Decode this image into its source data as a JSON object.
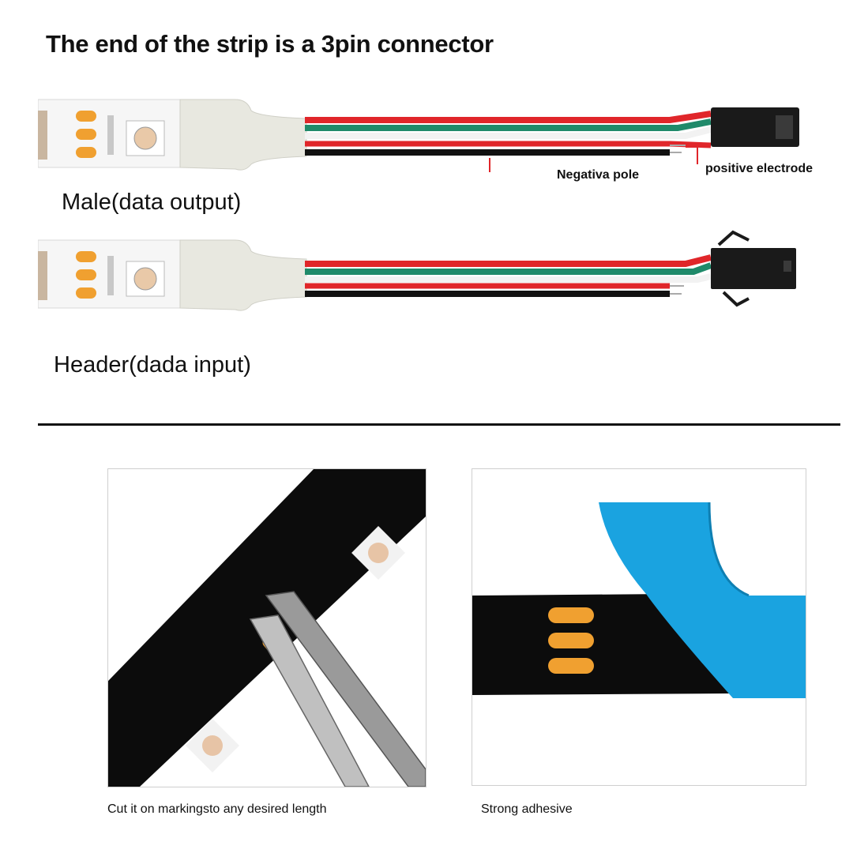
{
  "title": "The end of the strip is a 3pin connector",
  "male": {
    "label": "Male(data output)",
    "negative_label": "Negativa pole",
    "positive_label": "positive electrode"
  },
  "header": {
    "label": "Header(dada input)"
  },
  "cut": {
    "caption": "Cut it on markingsto any desired length"
  },
  "adhesive": {
    "caption": "Strong adhesive"
  },
  "colors": {
    "wire_red": "#e0262a",
    "wire_green": "#1f8a6a",
    "wire_white": "#f2f2f2",
    "wire_black": "#111111",
    "pad_orange": "#f0a030",
    "tape_blue": "#1aa3e0",
    "strip_black": "#0c0c0c"
  }
}
